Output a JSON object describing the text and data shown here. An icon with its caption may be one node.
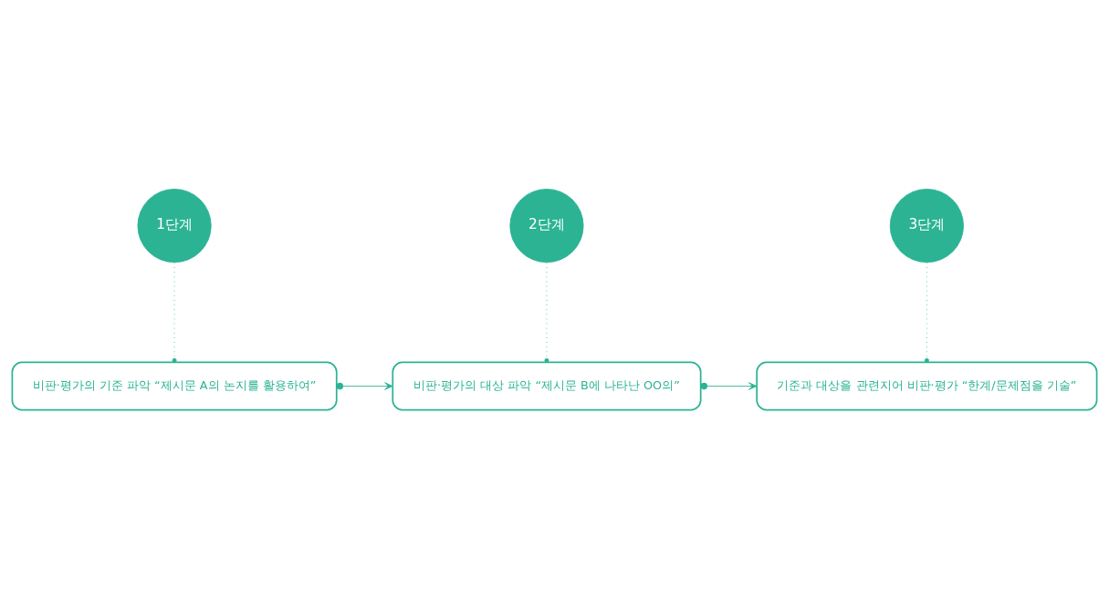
{
  "diagram": {
    "nodes": [
      {
        "text": [
          "1단계"
        ]
      },
      {
        "text": [
          "비판·평가의 기준 파악 “제시문 A의 논지를 활용하여”"
        ]
      },
      {
        "text": [
          "2단계"
        ]
      },
      {
        "text": [
          "비판·평가의 대상 파악 “제시문 B에 나타난 OO의”"
        ]
      },
      {
        "text": [
          "3단계"
        ]
      },
      {
        "text": [
          "기준과 대상을 관련지어 비판·평가 “한계/문제점을 기술”"
        ]
      }
    ],
    "edges": [
      {
        "from": 0,
        "to": 1,
        "arrow": "other",
        "style": "dashed"
      },
      {
        "from": 1,
        "to": 3,
        "arrow": "to"
      },
      {
        "from": 2,
        "to": 3,
        "arrow": "other",
        "style": "dashed"
      },
      {
        "from": 3,
        "to": 5,
        "arrow": "to"
      },
      {
        "from": 4,
        "to": 5,
        "arrow": "other",
        "style": "dashed"
      }
    ]
  }
}
